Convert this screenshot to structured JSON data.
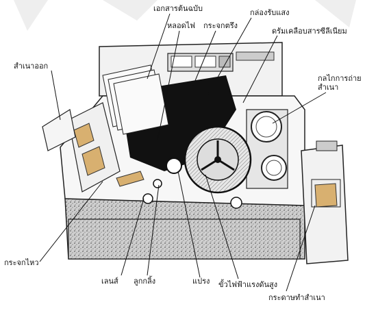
{
  "labels": {
    "original_document": "เอกสารต้นฉบับ",
    "lamp": "หลอดไฟ",
    "mirror": "กระจกตรึง",
    "light_box": "กล่องรับแสง",
    "selenium_drum": "ดรัมเคลือบสารซีลีเนียม",
    "copy_output": "สำเนาออก",
    "copy_mechanism": "กลไกการถ่ายสำเนา",
    "moving_glass": "กระจกไหว",
    "lens": "เลนส์",
    "roller": "ลูกกลิ้ง",
    "brush": "แปรง",
    "high_voltage_electrode": "ขั้วไฟฟ้าแรงดันสูง",
    "copy_paper": "กระดาษทำสำเนา"
  }
}
